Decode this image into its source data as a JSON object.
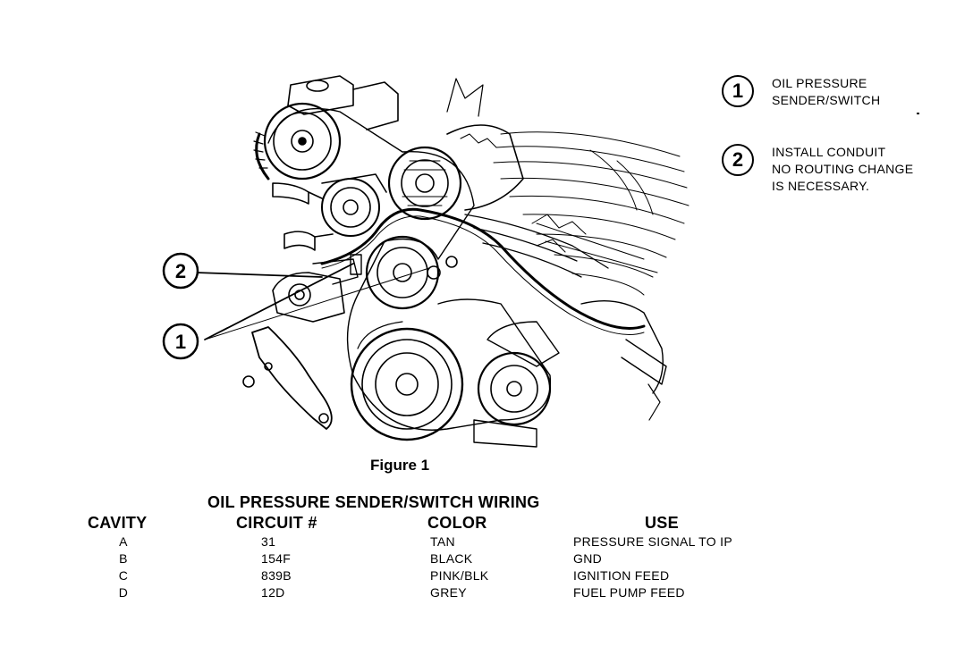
{
  "legend": [
    {
      "number": "1",
      "lines": [
        "OIL PRESSURE",
        "SENDER/SWITCH"
      ]
    },
    {
      "number": "2",
      "lines": [
        "INSTALL CONDUIT",
        "NO ROUTING CHANGE",
        "IS NECESSARY."
      ]
    }
  ],
  "callouts": {
    "sender_switch": "1",
    "conduit": "2"
  },
  "figure_caption": "Figure 1",
  "table": {
    "title": "OIL PRESSURE SENDER/SWITCH WIRING",
    "headers": {
      "cavity": "CAVITY",
      "circuit": "CIRCUIT #",
      "color": "COLOR",
      "use": "USE"
    },
    "rows": [
      {
        "cavity": "A",
        "circuit": "31",
        "color": "TAN",
        "use": "PRESSURE SIGNAL TO IP"
      },
      {
        "cavity": "B",
        "circuit": "154F",
        "color": "BLACK",
        "use": "GND"
      },
      {
        "cavity": "C",
        "circuit": "839B",
        "color": "PINK/BLK",
        "use": "IGNITION FEED"
      },
      {
        "cavity": "D",
        "circuit": "12D",
        "color": "GREY",
        "use": "FUEL PUMP FEED"
      }
    ]
  }
}
